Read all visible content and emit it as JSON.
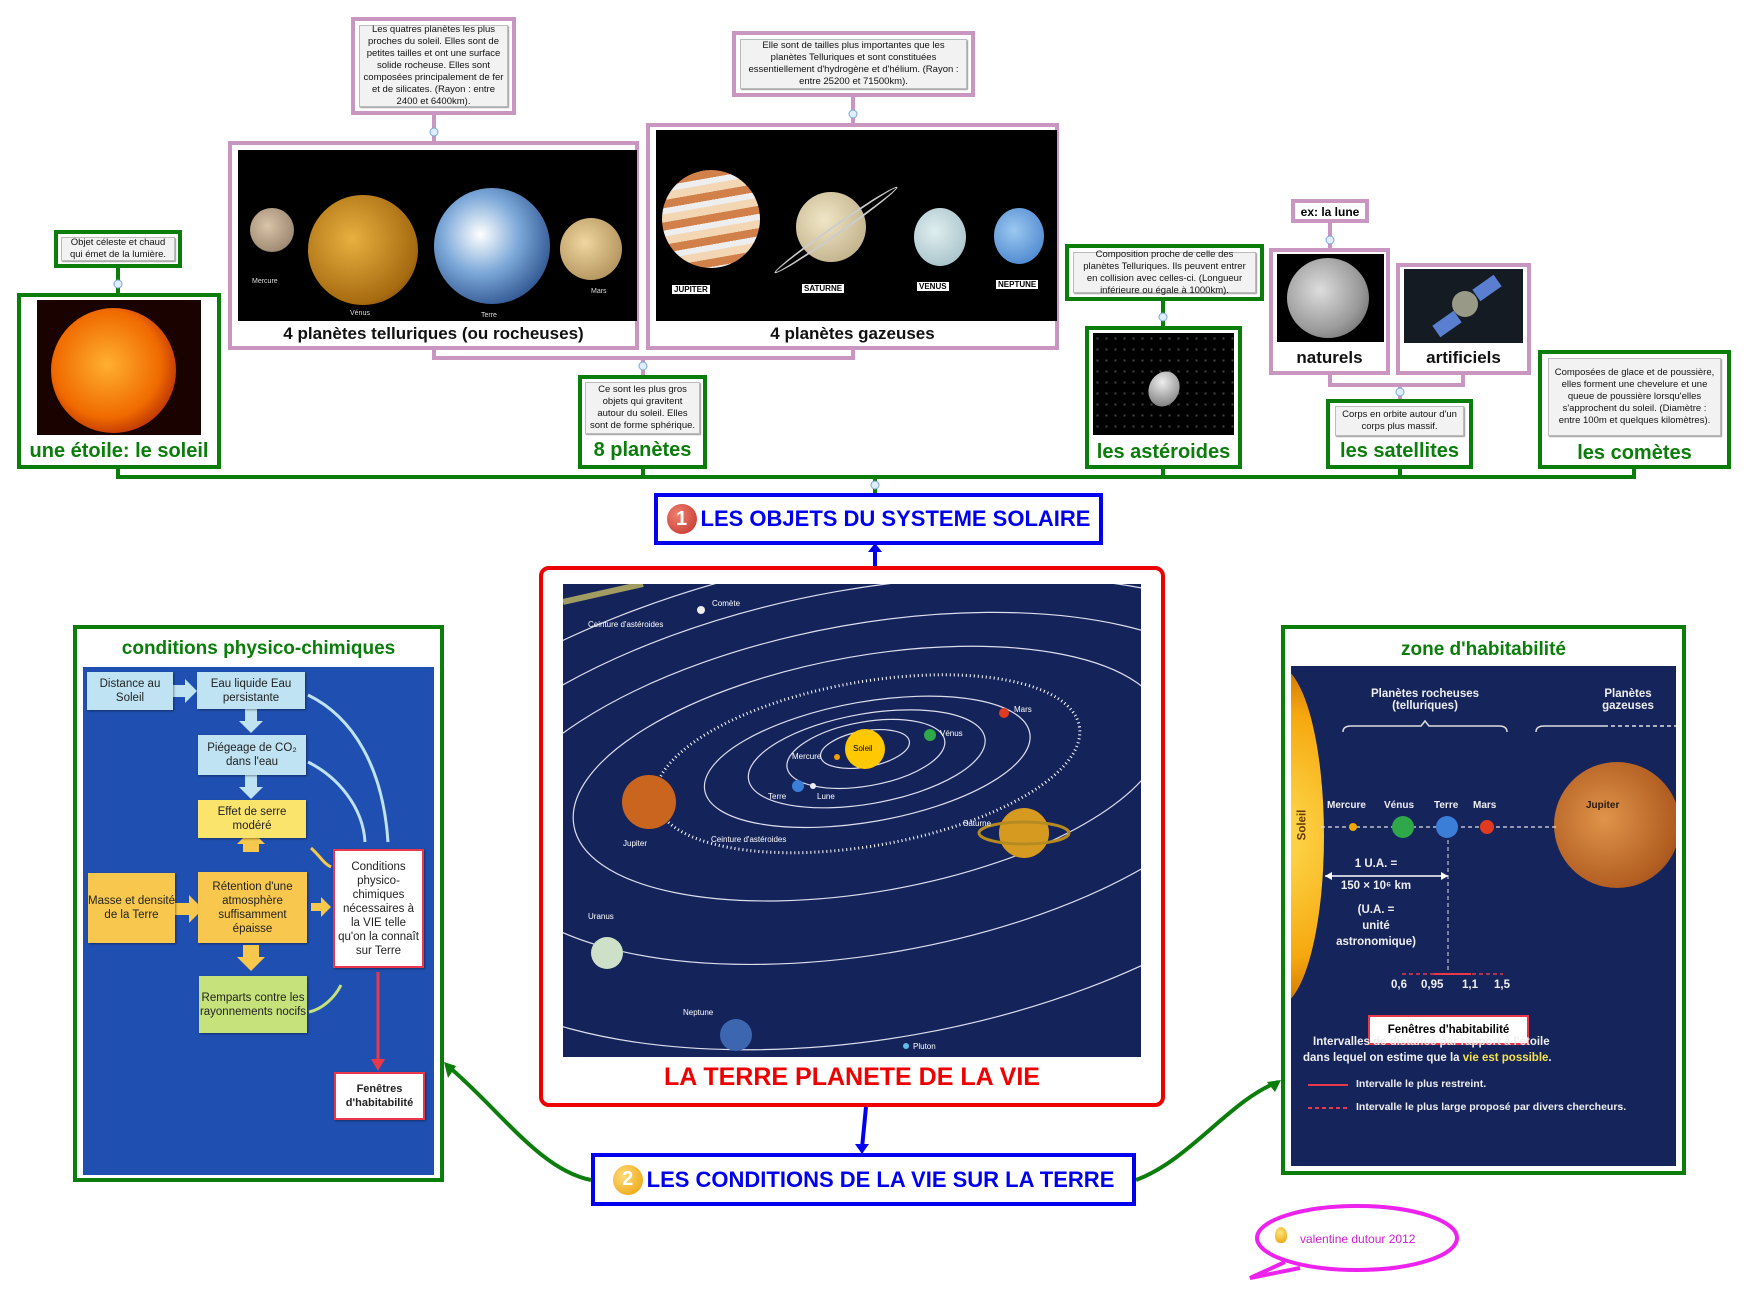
{
  "colors": {
    "green": "#0a7d0a",
    "pink": "#c896c0",
    "blue": "#0000ee",
    "red": "#ee0000",
    "magenta": "#ee22ee"
  },
  "top": {
    "sun": {
      "note": "Objet céleste et chaud qui émet de la lumière.",
      "label": "une étoile: le soleil"
    },
    "telluric": {
      "note": "Les quatres planètes les plus proches du soleil. Elles sont de petites tailles et ont une surface solide rocheuse. Elles sont composées principalement de fer et de silicates. (Rayon : entre 2400 et 6400km).",
      "label": "4 planètes telluriques (ou rocheuses)",
      "planets": [
        "Mercure",
        "Vénus",
        "Terre",
        "Mars"
      ]
    },
    "gas": {
      "note": "Elle sont de tailles plus importantes que les planètes Telluriques et sont constituées essentiellement d'hydrogène et d'hélium. (Rayon : entre 25200 et 71500km).",
      "label": "4 planètes gazeuses",
      "planets": [
        "JUPITER",
        "SATURNE",
        "VENUS",
        "NEPTUNE"
      ]
    },
    "planets": {
      "note": "Ce sont les plus gros objets qui gravitent autour du soleil. Elles sont de forme sphérique.",
      "label": "8 planètes"
    },
    "asteroids": {
      "note": "Composition proche de celle des planètes Telluriques. Ils peuvent entrer en collision avec celles-ci. (Longueur inférieure ou égale à 1000km).",
      "label": "les astéroides"
    },
    "natural": {
      "note": "ex: la lune",
      "label": "naturels"
    },
    "artificial": {
      "label": "artificiels"
    },
    "satellites": {
      "note": "Corps en orbite autour d'un corps plus massif.",
      "label": "les satellites"
    },
    "comets": {
      "note": "Composées de glace et de poussière, elles forment une chevelure et une queue de poussière lorsqu'elles s'approchent du soleil. (Diamètre : entre 100m et quelques kilomètres).",
      "label": "les comètes"
    }
  },
  "branch1": {
    "number": "1",
    "title": "LES OBJETS DU SYSTEME SOLAIRE"
  },
  "branch2": {
    "number": "2",
    "title": "LES CONDITIONS DE LA VIE SUR LA TERRE"
  },
  "center": {
    "title": "LA TERRE PLANETE DE LA VIE",
    "labels": {
      "comet": "Comète",
      "belt_top": "Ceinture d'astéroides",
      "sun": "Soleil",
      "mars": "Mars",
      "venus": "Vénus",
      "mercury": "Mercure",
      "earth": "Terre",
      "moon": "Lune",
      "jupiter": "Jupiter",
      "belt": "Ceinture d'astéroides",
      "saturn": "Saturne",
      "uranus": "Uranus",
      "neptune": "Neptune",
      "pluto": "Pluton"
    }
  },
  "left": {
    "title": "conditions physico-chimiques",
    "boxes": {
      "distance": "Distance au Soleil",
      "water": "Eau liquide Eau persistante",
      "co2": "Piégeage de CO₂ dans l'eau",
      "greenhouse": "Effet de serre modéré",
      "mass": "Masse et densité de la Terre",
      "atmosphere": "Rétention d'une atmosphère suffisamment épaisse",
      "shield": "Remparts contre les rayonnements nocifs",
      "conditions": "Conditions physico-chimiques nécessaires à la VIE telle qu'on la connaît sur Terre",
      "windows": "Fenêtres d'habitabilité"
    }
  },
  "right": {
    "title": "zone d'habitabilité",
    "rocky": "Planètes rocheuses (telluriques)",
    "gaseous": "Planètes gazeuses",
    "sun": "Soleil",
    "planets": [
      "Mercure",
      "Vénus",
      "Terre",
      "Mars"
    ],
    "jupiter": "Jupiter",
    "au1": "1 U.A. =",
    "au2": "150 × 10⁶ km",
    "au3": "(U.A. =",
    "au4": "unité",
    "au5": "astronomique)",
    "ticks": [
      "0,6",
      "0,95",
      "1,1",
      "1,5"
    ],
    "windows": "Fenêtres d'habitabilité",
    "desc1": "Intervalles de distance par rapport à l'étoile",
    "desc2": "dans lequel on estime que la ",
    "desc_hl": "vie est possible",
    "desc_end": ".",
    "legend1": "Intervalle le plus restreint.",
    "legend2": "Intervalle le plus large proposé par divers chercheurs."
  },
  "signature": "valentine dutour 2012"
}
